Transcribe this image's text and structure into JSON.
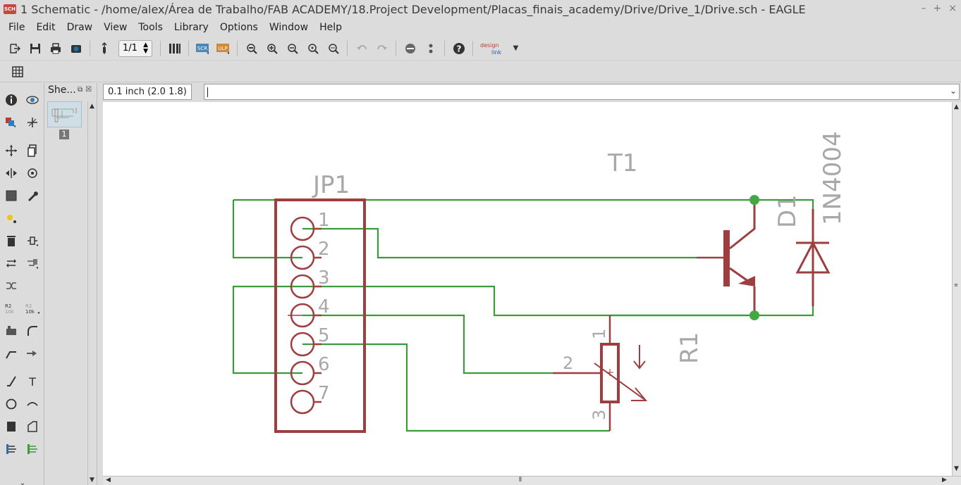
{
  "window": {
    "app_icon": "SCH",
    "title": "1 Schematic - /home/alex/Área de Trabalho/FAB ACADEMY/18.Project     Development/Placas_finais_academy/Drive/Drive_1/Drive.sch - EAGLE",
    "controls": [
      "–",
      "+",
      "×"
    ]
  },
  "menu": [
    "File",
    "Edit",
    "Draw",
    "View",
    "Tools",
    "Library",
    "Options",
    "Window",
    "Help"
  ],
  "toolbar": {
    "sheet_value": "1/1",
    "scr_label": "SCR",
    "ulp_label": "ULP",
    "designlink_label_top": "design",
    "designlink_label_bottom": "link"
  },
  "sheets_panel": {
    "title": "She...",
    "sheet_number": "1"
  },
  "coord_display": "0.1 inch (2.0 1.8)",
  "command_line": {
    "value": ""
  },
  "palette": [
    {
      "name": "info-icon"
    },
    {
      "name": "show-icon"
    },
    {
      "name": "layer-display-icon"
    },
    {
      "name": "mark-icon"
    },
    {
      "name": "move-icon"
    },
    {
      "name": "copy-icon"
    },
    {
      "name": "mirror-icon"
    },
    {
      "name": "rotate-icon"
    },
    {
      "name": "group-icon"
    },
    {
      "name": "change-icon"
    },
    {
      "name": "paste-icon"
    },
    {
      "name": "delete-icon"
    },
    {
      "name": "add-icon"
    },
    {
      "name": "pinswap-icon"
    },
    {
      "name": "replace-icon"
    },
    {
      "name": "gateswap-icon"
    },
    {
      "name": "name-icon"
    },
    {
      "name": "value-icon"
    },
    {
      "name": "smash-icon"
    },
    {
      "name": "miter-icon"
    },
    {
      "name": "split-icon"
    },
    {
      "name": "invoke-icon"
    },
    {
      "name": "wire-icon"
    },
    {
      "name": "text-icon"
    },
    {
      "name": "circle-icon"
    },
    {
      "name": "arc-icon"
    },
    {
      "name": "rect-icon"
    },
    {
      "name": "polygon-icon"
    },
    {
      "name": "bus-icon"
    },
    {
      "name": "net-icon"
    }
  ],
  "schematic": {
    "colors": {
      "net": "#3c9a3c",
      "symbol": "#9e3e3e",
      "label": "#a8a8a8",
      "junction": "#43a843"
    },
    "parts": {
      "connector": {
        "name": "JP1",
        "pins": [
          "1",
          "2",
          "3",
          "4",
          "5",
          "6",
          "7"
        ]
      },
      "transistor": {
        "name": "T1"
      },
      "diode": {
        "name": "D1",
        "value": "1N4004"
      },
      "trimpot": {
        "name": "R1",
        "pins": [
          "1",
          "2",
          "3"
        ]
      }
    }
  }
}
